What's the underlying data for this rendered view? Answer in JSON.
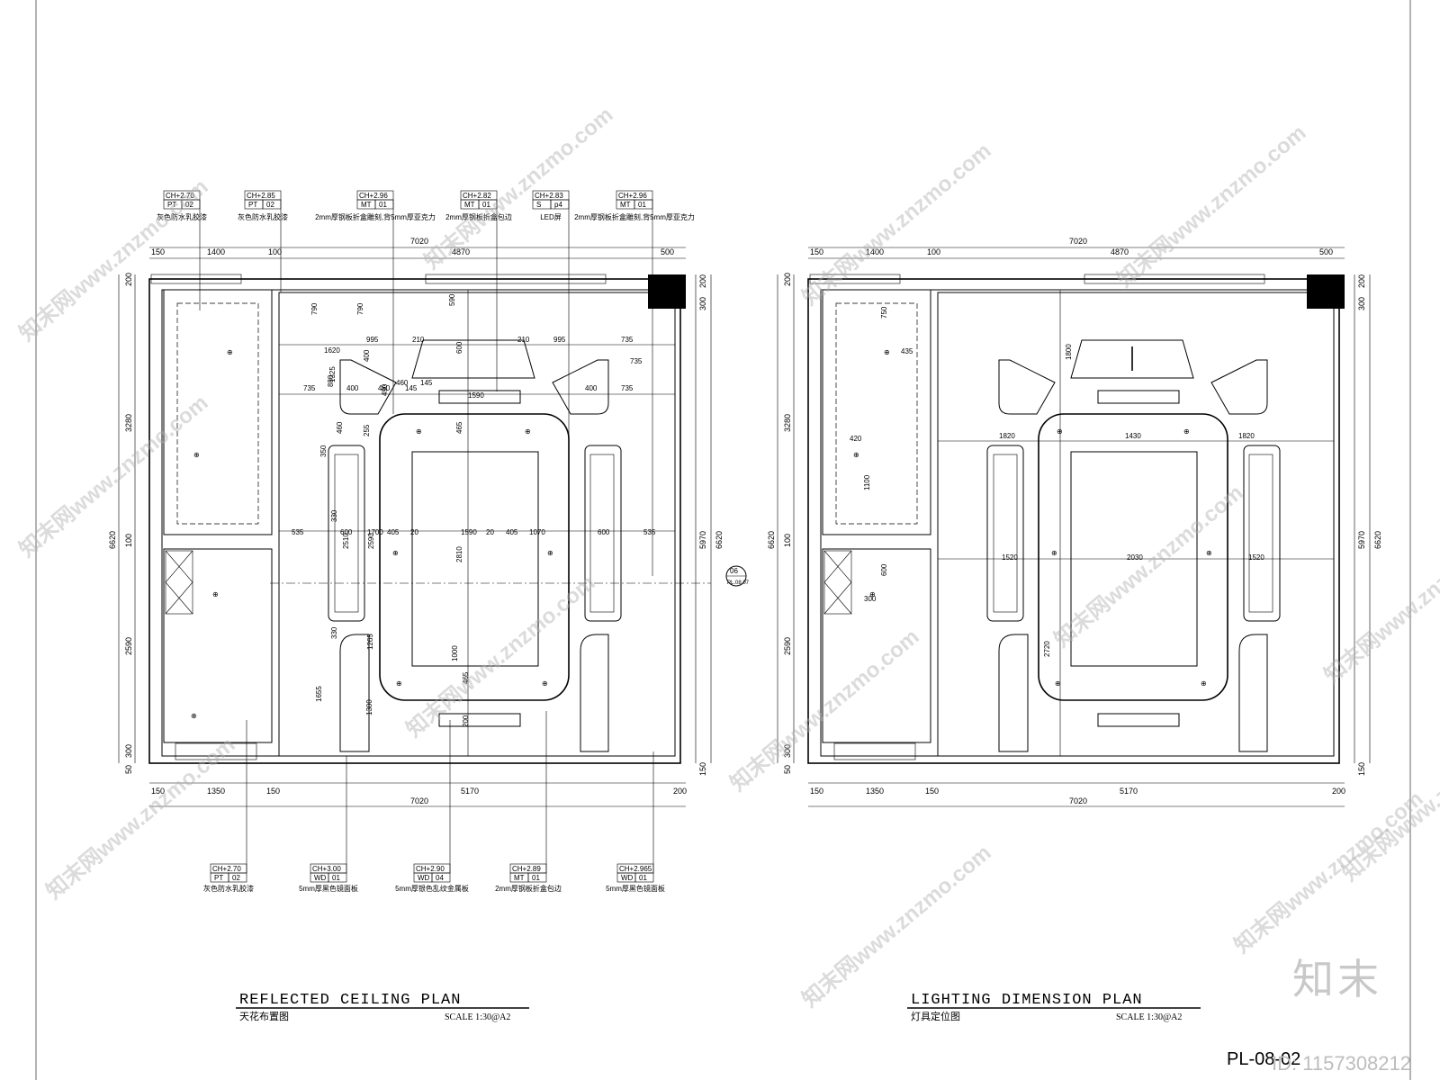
{
  "left_plan": {
    "title": "REFLECTED    CEILING     PLAN",
    "subtitle": "天花布置图",
    "scale": "SCALE 1:30@A2",
    "top_dims": {
      "overall": "7020",
      "segments": [
        "150",
        "1400",
        "100",
        "4870",
        "500"
      ]
    },
    "bottom_dims": {
      "overall": "7020",
      "segments": [
        "150",
        "1350",
        "150",
        "5170",
        "200"
      ]
    },
    "left_dims": {
      "overall": "6620",
      "segments": [
        "200",
        "3280",
        "100",
        "2590",
        "300",
        "50"
      ]
    },
    "right_dims": {
      "overall": "6620",
      "inner": "5970",
      "segments": [
        "200",
        "300",
        "150"
      ]
    },
    "section_marker": {
      "number": "06",
      "ref": "PL.08.07"
    },
    "interior_dims": [
      "790",
      "790",
      "590",
      "995",
      "210",
      "210",
      "995",
      "735",
      "735",
      "600",
      "400",
      "460",
      "145",
      "1325",
      "735",
      "400",
      "460",
      "145",
      "400",
      "735",
      "1590",
      "490",
      "255",
      "465",
      "535",
      "600",
      "1700",
      "405",
      "20",
      "1590",
      "20",
      "405",
      "1070",
      "600",
      "535",
      "2590",
      "2510",
      "2810",
      "330",
      "330",
      "1265",
      "465",
      "1655",
      "1300",
      "200",
      "1000",
      "350",
      "460",
      "880",
      "1620"
    ],
    "top_tags": [
      {
        "ch": "CH+2.70",
        "code": "PT",
        "num": "02",
        "desc": "灰色防水乳胶漆"
      },
      {
        "ch": "CH+2.85",
        "code": "PT",
        "num": "02",
        "desc": "灰色防水乳胶漆"
      },
      {
        "ch": "CH+2.96",
        "code": "MT",
        "num": "01",
        "desc": "2mm厚钢板折盒雕刻,背5mm厚亚克力"
      },
      {
        "ch": "CH+2.82",
        "code": "MT",
        "num": "01",
        "desc": "2mm厚钢板折盒包边"
      },
      {
        "ch": "CH+2.83",
        "code": "S",
        "num": "p4",
        "desc": "LED屏"
      },
      {
        "ch": "CH+2.96",
        "code": "MT",
        "num": "01",
        "desc": "2mm厚钢板折盒雕刻,背5mm厚亚克力"
      }
    ],
    "bottom_tags": [
      {
        "ch": "CH+2.70",
        "code": "PT",
        "num": "02",
        "desc": "灰色防水乳胶漆"
      },
      {
        "ch": "CH+3.00",
        "code": "WD",
        "num": "01",
        "desc": "5mm厚黑色镜面板"
      },
      {
        "ch": "CH+2.90",
        "code": "WD",
        "num": "04",
        "desc": "5mm厚银色乱纹金属板"
      },
      {
        "ch": "CH+2.89",
        "code": "MT",
        "num": "01",
        "desc": "2mm厚钢板折盒包边"
      },
      {
        "ch": "CH+2.965",
        "code": "WD",
        "num": "01",
        "desc": "5mm厚黑色镜面板"
      }
    ]
  },
  "right_plan": {
    "title": "LIGHTING    DIMENSION    PLAN",
    "subtitle": "灯具定位图",
    "scale": "SCALE 1:30@A2",
    "top_dims": {
      "overall": "7020",
      "segments": [
        "150",
        "1400",
        "100",
        "4870",
        "500"
      ]
    },
    "bottom_dims": {
      "overall": "7020",
      "segments": [
        "150",
        "1350",
        "150",
        "5170",
        "200"
      ]
    },
    "left_dims": {
      "overall": "6620",
      "segments": [
        "200",
        "3280",
        "100",
        "2590",
        "300",
        "50"
      ]
    },
    "right_dims": {
      "overall": "6620",
      "inner": "5970",
      "segments": [
        "200",
        "300",
        "150"
      ]
    },
    "interior_dims": [
      "750",
      "435",
      "1800",
      "420",
      "1100",
      "1820",
      "1430",
      "1820",
      "600",
      "300",
      "1520",
      "2030",
      "1520",
      "2720"
    ]
  },
  "sheet_number": "PL-08-02",
  "watermark_text": "知末网www.znzmo.com",
  "logo_text": "知末",
  "id_text": "ID: 1157308212"
}
